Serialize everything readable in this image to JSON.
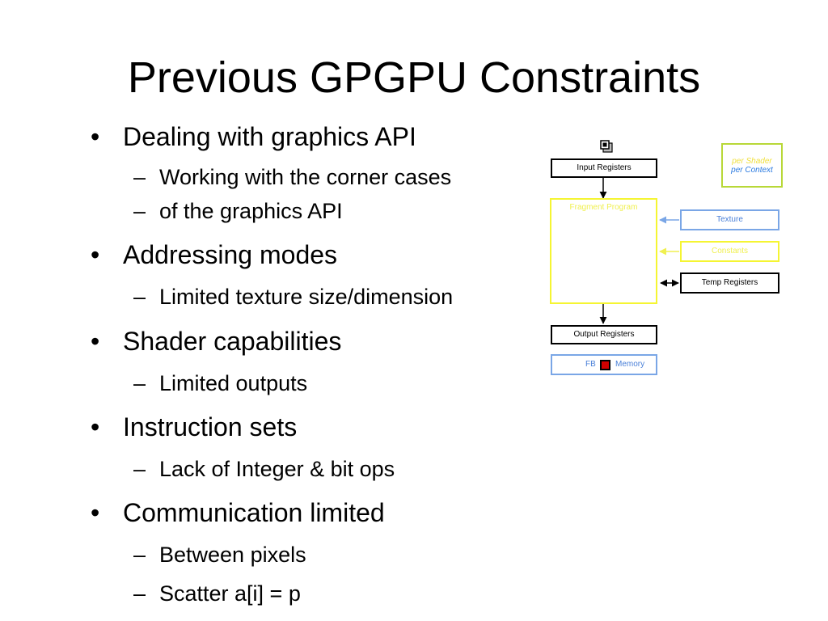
{
  "slide": {
    "title": "Previous GPGPU Constraints",
    "bullets": [
      {
        "text": "Dealing with graphics API",
        "sub": [
          "Working with the corner cases",
          "of the graphics API"
        ]
      },
      {
        "text": "Addressing modes",
        "sub": [
          "Limited texture size/dimension"
        ]
      },
      {
        "text": "Shader capabilities",
        "sub": [
          "Limited outputs"
        ]
      },
      {
        "text": "Instruction sets",
        "sub": [
          "Lack of Integer & bit ops"
        ]
      },
      {
        "text": "Communication limited",
        "sub": [
          "Between pixels",
          "Scatter  a[i] = p"
        ]
      }
    ]
  },
  "diagram": {
    "input_registers": "Input Registers",
    "fragment_program": "Fragment Program",
    "output_registers": "Output Registers",
    "fb": "FB",
    "memory": "Memory",
    "texture": "Texture",
    "constants": "Constants",
    "temp_registers": "Temp Registers",
    "legend_per_shader": "per Shader",
    "legend_per_context": "per Context",
    "colors": {
      "black": "#000000",
      "yellow": "#f5f532",
      "blue": "#7aa6e6",
      "green": "#b8d838",
      "red": "#d00000"
    },
    "icons": [
      "register-stack-icon",
      "squiggle-icon",
      "fb-memory-icon"
    ]
  }
}
